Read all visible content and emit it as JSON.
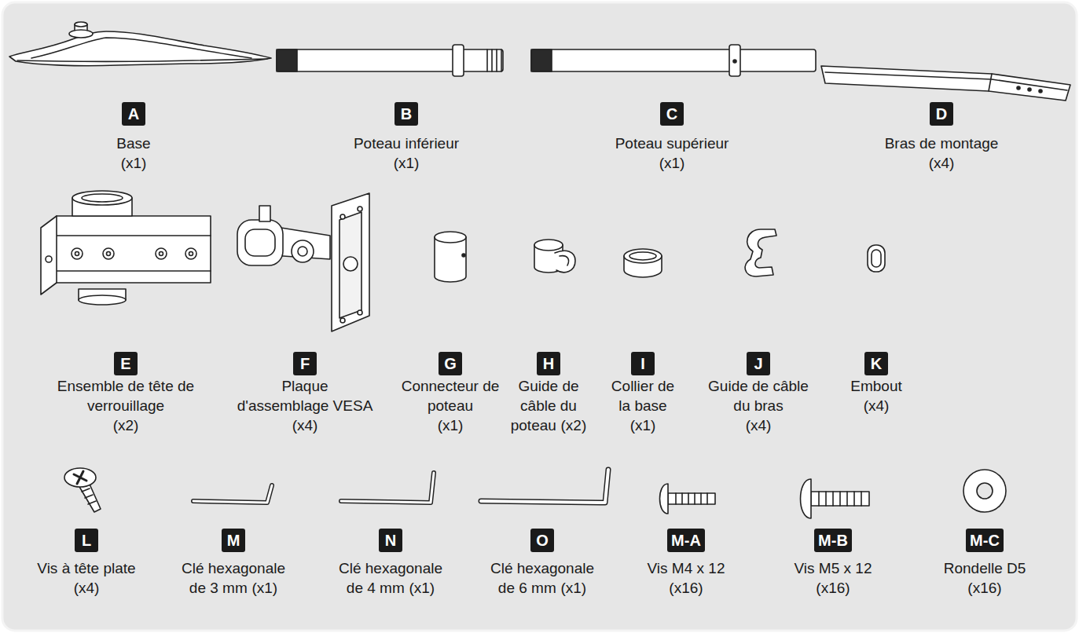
{
  "diagram": {
    "nodes": [
      {
        "text": [
          "A",
          "Base",
          "(x1)"
        ]
      },
      {
        "text": [
          "B",
          "Poteau inférieur",
          "(x1)"
        ]
      },
      {
        "text": [
          "C",
          "Poteau supérieur",
          "(x1)"
        ]
      },
      {
        "text": [
          "D",
          "Bras de montage",
          "(x4)"
        ]
      },
      {
        "text": [
          "E",
          "Ensemble de tête de verrouillage",
          "(x2)"
        ]
      },
      {
        "text": [
          "F",
          "Plaque d'assemblage VESA",
          "(x4)"
        ]
      },
      {
        "text": [
          "G",
          "Connecteur de poteau",
          "(x1)"
        ]
      },
      {
        "text": [
          "H",
          "Guide de câble du poteau",
          "(x2)"
        ]
      },
      {
        "text": [
          "I",
          "Collier de la base",
          "(x1)"
        ]
      },
      {
        "text": [
          "J",
          "Guide de câble du bras",
          "(x4)"
        ]
      },
      {
        "text": [
          "K",
          "Embout",
          "(x4)"
        ]
      },
      {
        "text": [
          "L",
          "Vis à tête plate",
          "(x4)"
        ]
      },
      {
        "text": [
          "M",
          "Clé hexagonale de 3 mm",
          "(x1)"
        ]
      },
      {
        "text": [
          "N",
          "Clé hexagonale de 4 mm",
          "(x1)"
        ]
      },
      {
        "text": [
          "O",
          "Clé hexagonale de 6 mm",
          "(x1)"
        ]
      },
      {
        "text": [
          "M-A",
          "Vis M4 x 12",
          "(x16)"
        ]
      },
      {
        "text": [
          "M-B",
          "Vis M5 x 12",
          "(x16)"
        ]
      },
      {
        "text": [
          "M-C",
          "Rondelle D5",
          "(x16)"
        ]
      }
    ]
  }
}
